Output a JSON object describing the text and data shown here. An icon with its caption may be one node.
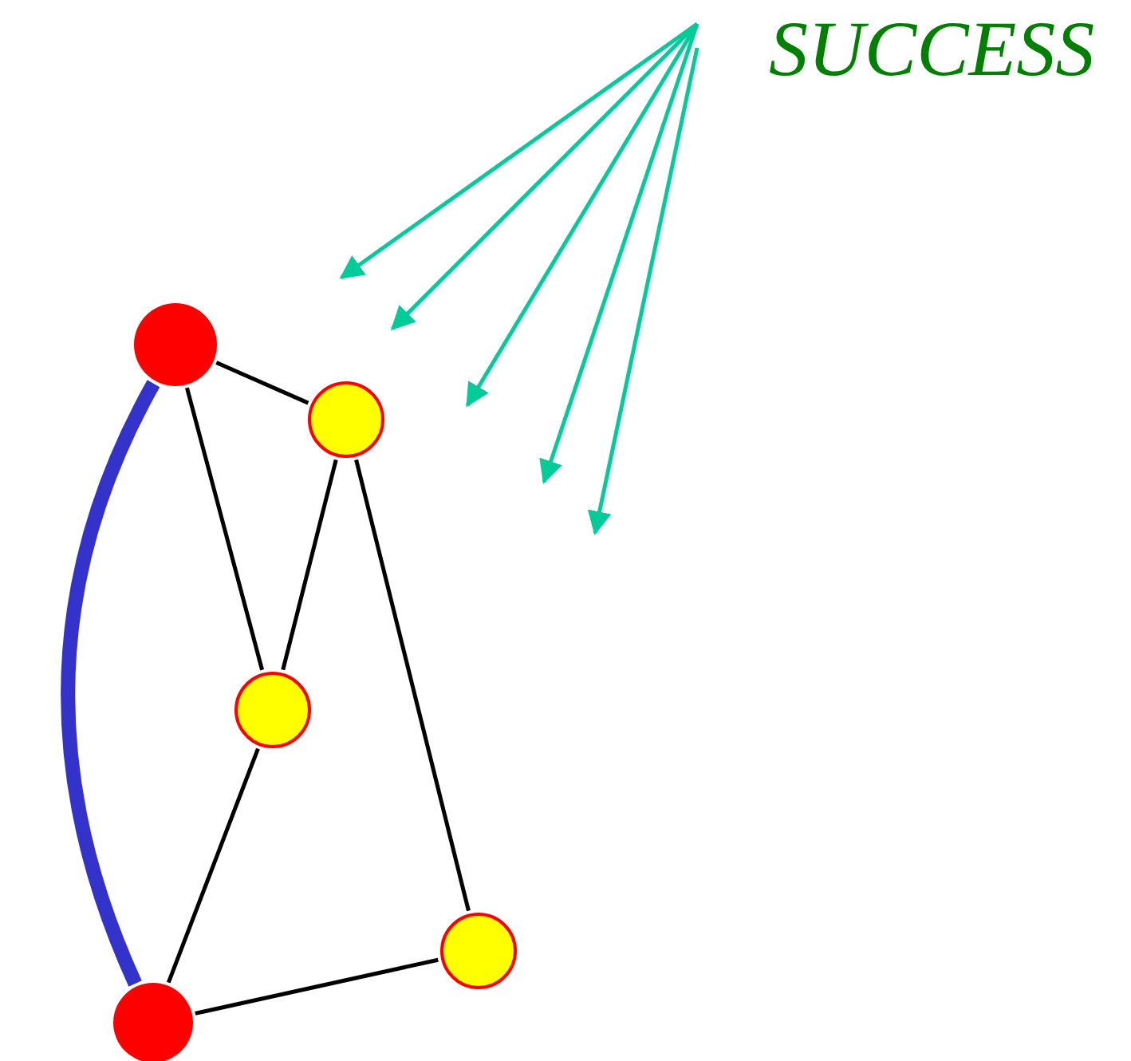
{
  "diagram": {
    "nodes": [
      {
        "text": [
          "SUCCESS"
        ]
      },
      {
        "text": [],
        "shape": "circle"
      },
      {
        "text": [],
        "shape": "circle"
      },
      {
        "text": [],
        "shape": "circle"
      },
      {
        "text": [],
        "shape": "circle"
      },
      {
        "text": [],
        "shape": "circle"
      }
    ],
    "edges": [
      {
        "from": 0,
        "to": null,
        "arrow": "to",
        "color": "#00cc99"
      },
      {
        "from": 0,
        "to": null,
        "arrow": "to",
        "color": "#00cc99"
      },
      {
        "from": 0,
        "to": null,
        "arrow": "to",
        "color": "#00cc99"
      },
      {
        "from": 0,
        "to": null,
        "arrow": "to",
        "color": "#00cc99"
      },
      {
        "from": 0,
        "to": null,
        "arrow": "to",
        "color": "#00cc99"
      },
      {
        "from": 1,
        "to": 2,
        "arrow": "none"
      },
      {
        "from": 1,
        "to": 3,
        "arrow": "none"
      },
      {
        "from": 2,
        "to": 3,
        "arrow": "none"
      },
      {
        "from": 2,
        "to": 4,
        "arrow": "none"
      },
      {
        "from": 3,
        "to": 5,
        "arrow": "none"
      },
      {
        "from": 5,
        "to": 4,
        "arrow": "none"
      },
      {
        "from": 1,
        "to": 5,
        "arrow": "none",
        "style": "thick",
        "color": "#3333cc"
      }
    ]
  }
}
